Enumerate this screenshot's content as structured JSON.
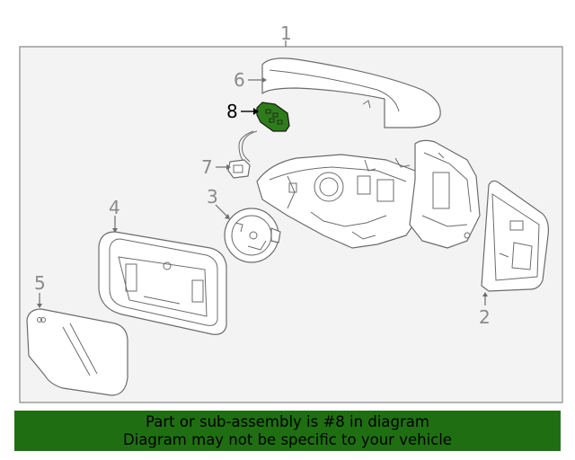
{
  "diagram": {
    "callouts": [
      {
        "id": "1",
        "label": "1"
      },
      {
        "id": "2",
        "label": "2"
      },
      {
        "id": "3",
        "label": "3"
      },
      {
        "id": "4",
        "label": "4"
      },
      {
        "id": "5",
        "label": "5"
      },
      {
        "id": "6",
        "label": "6"
      },
      {
        "id": "7",
        "label": "7"
      },
      {
        "id": "8",
        "label": "8"
      }
    ],
    "highlighted_part": "8",
    "highlight_color": "#2e7d1a",
    "frame_color": "#f3f3f3"
  },
  "banner": {
    "line1": "Part or sub-assembly is #8 in diagram",
    "line2": "Diagram may not be specific to your vehicle",
    "background": "#1f6f12"
  }
}
